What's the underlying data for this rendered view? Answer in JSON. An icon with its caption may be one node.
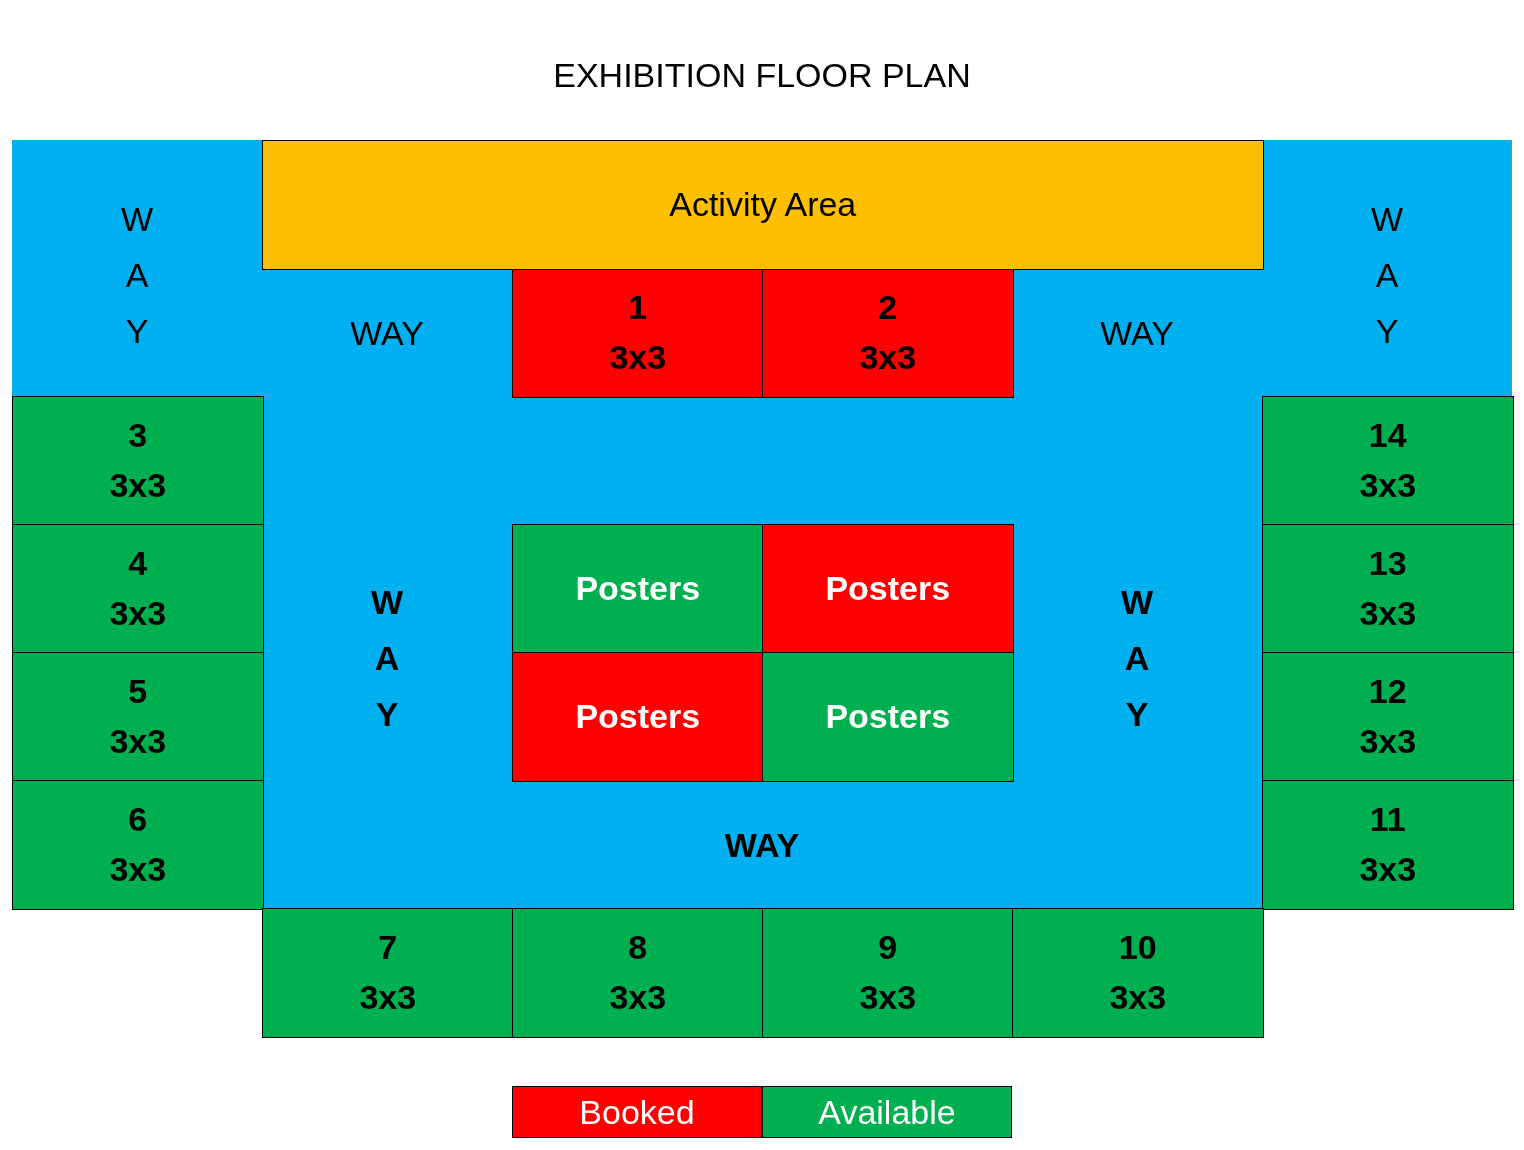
{
  "diagram": {
    "title": "EXHIBITION FLOOR PLAN",
    "nodes": [
      {
        "text": [
          "W A Y",
          "WAY",
          "WAY",
          "W A Y",
          "W A Y",
          "W A Y",
          "WAY"
        ]
      },
      {
        "text": [
          "Activity Area"
        ]
      },
      {
        "text": [
          "1",
          "3x3"
        ],
        "in": 0
      },
      {
        "text": [
          "2",
          "3x3"
        ],
        "in": 0
      },
      {
        "text": [
          "3",
          "3x3"
        ]
      },
      {
        "text": [
          "14",
          "3x3"
        ]
      },
      {
        "text": [
          "4",
          "3x3"
        ]
      },
      {
        "text": [
          "Posters"
        ],
        "in": 0
      },
      {
        "text": [
          "Posters"
        ],
        "in": 0
      },
      {
        "text": [
          "13",
          "3x3"
        ]
      },
      {
        "text": [
          "5",
          "3x3"
        ]
      },
      {
        "text": [
          "Posters"
        ],
        "in": 0
      },
      {
        "text": [
          "Posters"
        ],
        "in": 0
      },
      {
        "text": [
          "12",
          "3x3"
        ]
      },
      {
        "text": [
          "6",
          "3x3"
        ]
      },
      {
        "text": [
          "11",
          "3x3"
        ]
      },
      {
        "text": [
          "7",
          "3x3"
        ]
      },
      {
        "text": [
          "8",
          "3x3"
        ]
      },
      {
        "text": [
          "9",
          "3x3"
        ]
      },
      {
        "text": [
          "10",
          "3x3"
        ]
      }
    ],
    "legend": [
      {
        "text": "Booked",
        "color": "#ff0000"
      },
      {
        "text": "Available",
        "color": "#00b050"
      }
    ]
  }
}
